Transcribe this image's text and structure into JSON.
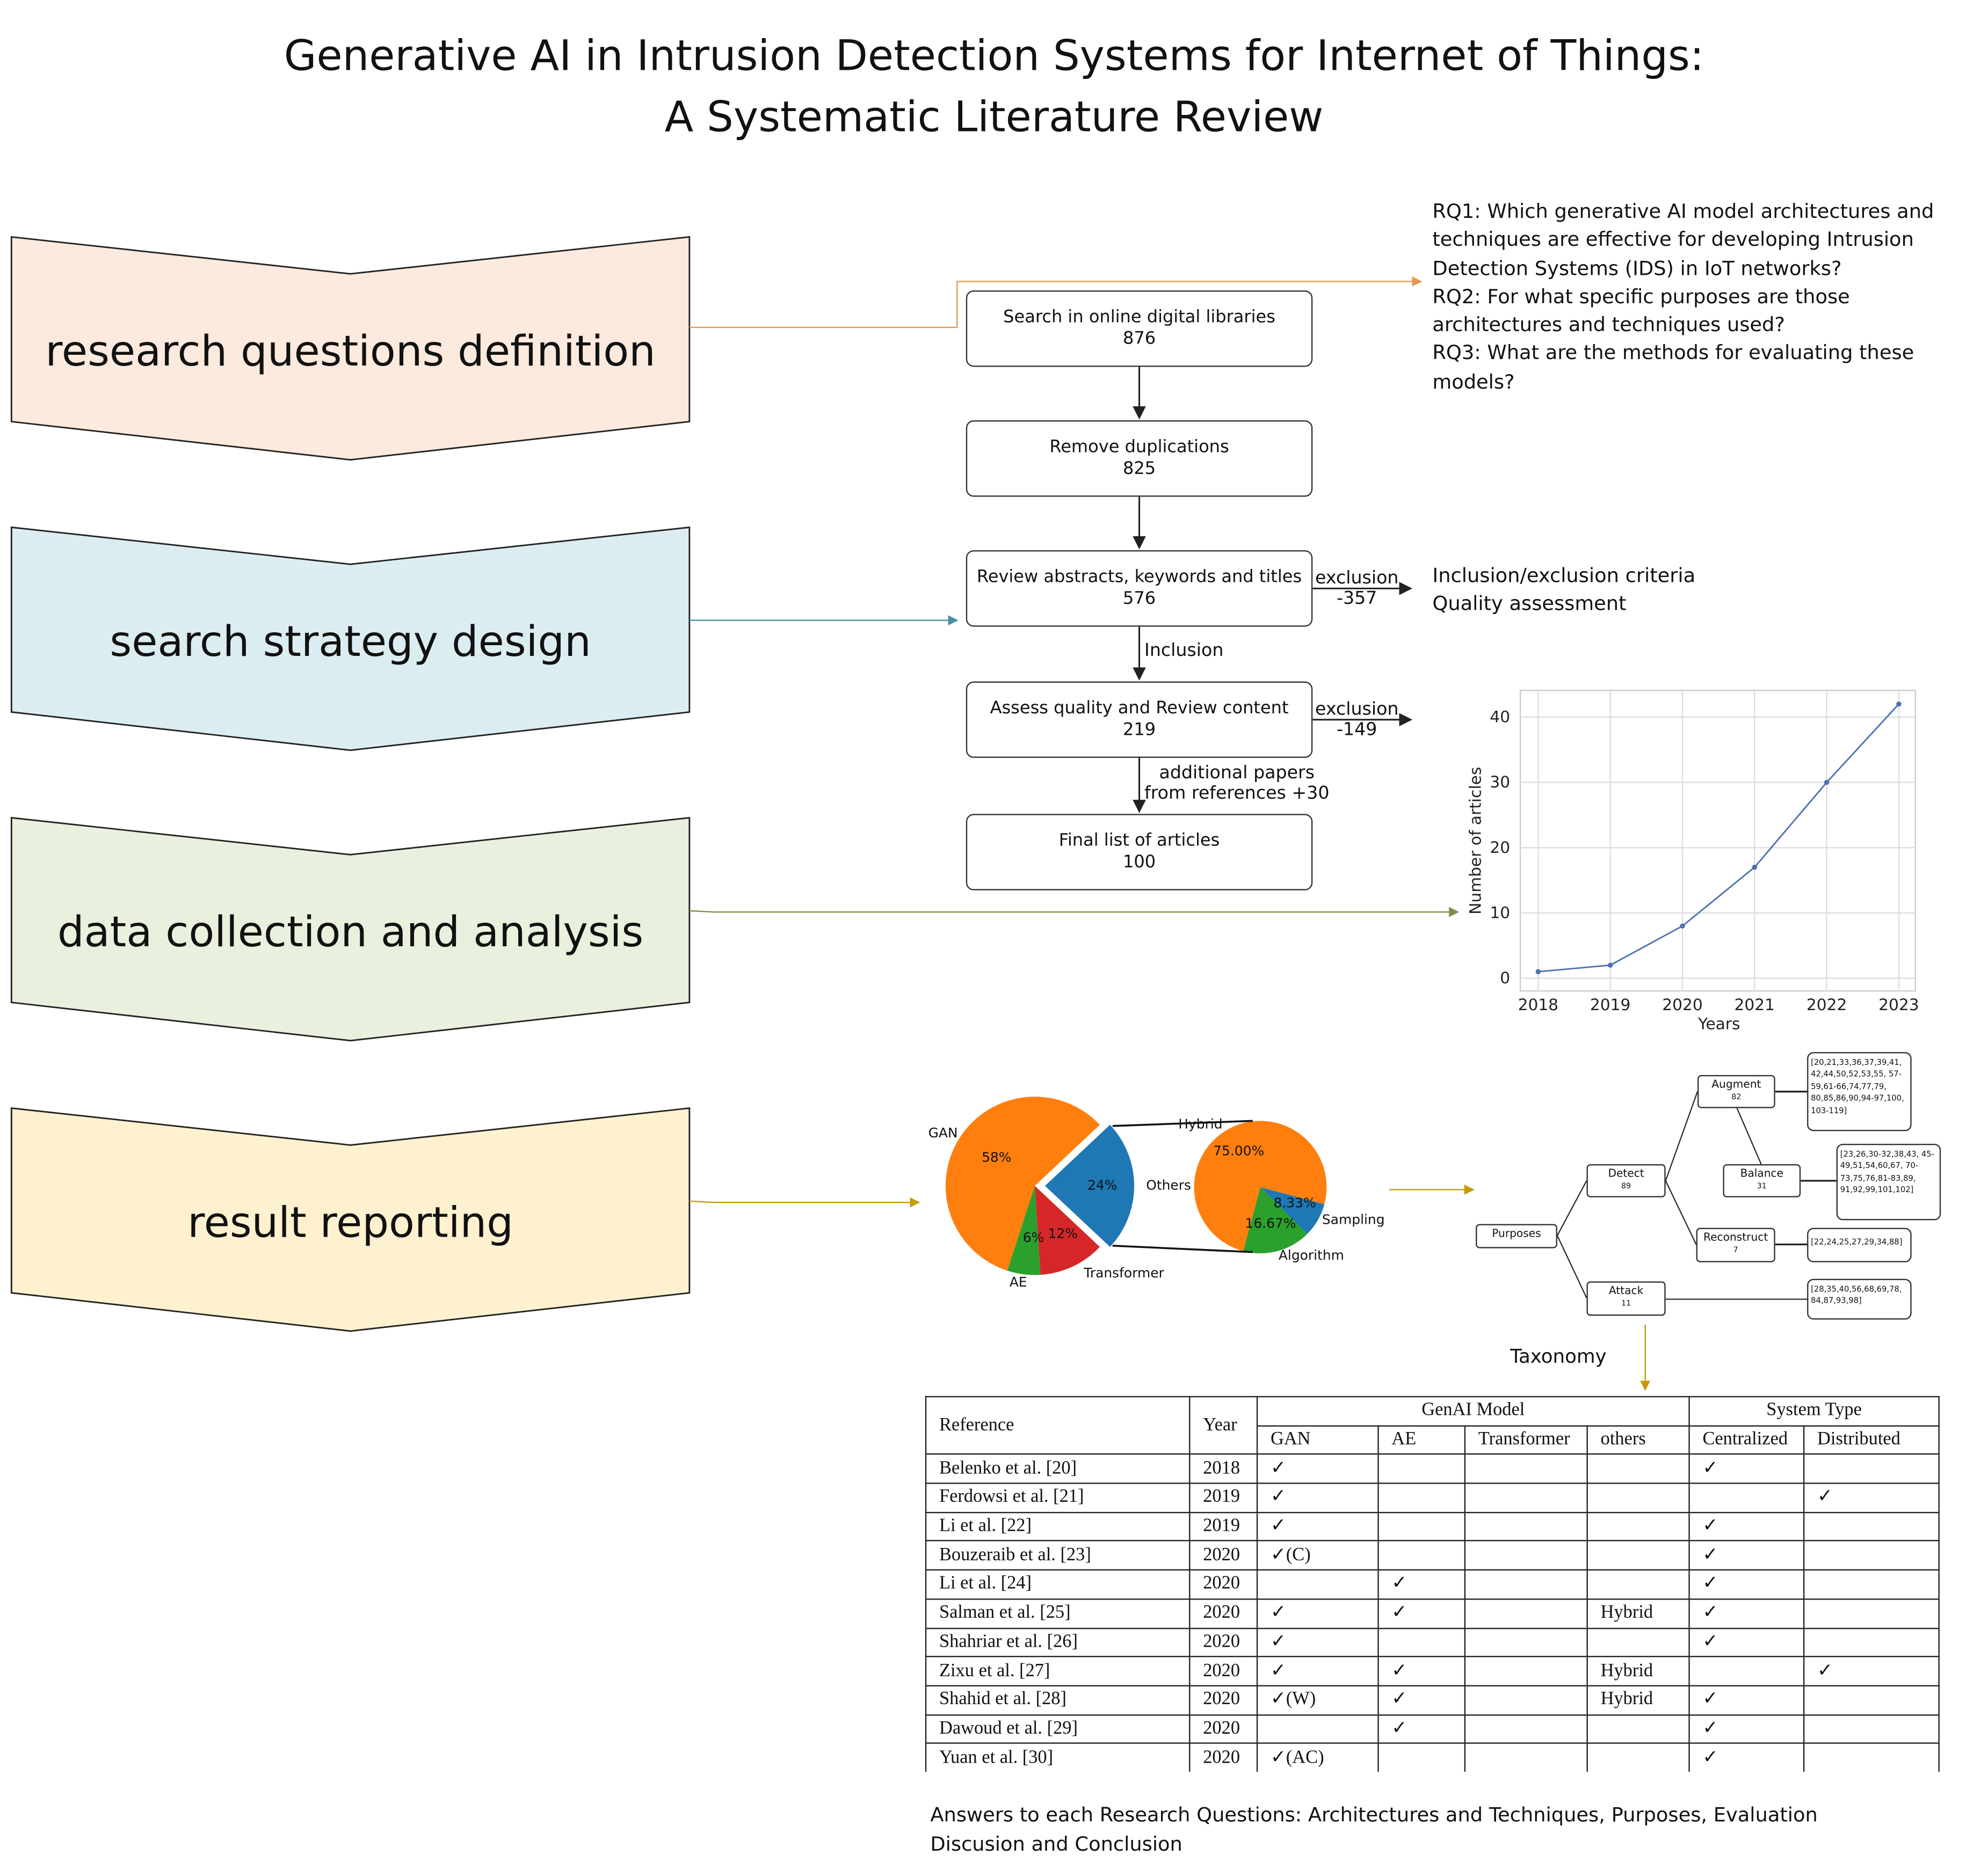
{
  "title": {
    "line1": "Generative AI in Intrusion Detection Systems for Internet of Things:",
    "line2": "A Systematic Literature Review"
  },
  "stages": [
    {
      "label": "research questions definition",
      "color": "#fbeadd"
    },
    {
      "label": "search strategy design",
      "color": "#dcedf2"
    },
    {
      "label": "data collection and analysis",
      "color": "#e9f0dd"
    },
    {
      "label": "result reporting",
      "color": "#fdf1cf"
    }
  ],
  "flow": [
    {
      "label": "Search in online digital libraries",
      "count": "876"
    },
    {
      "label": "Remove duplications",
      "count": "825"
    },
    {
      "label": "Review abstracts, keywords and titles",
      "count": "576"
    },
    {
      "label": "Assess quality and Review content",
      "count": "219"
    },
    {
      "label": "Final list of articles",
      "count": "100"
    }
  ],
  "flow_notes": {
    "exclusion1": "exclusion",
    "exclusion1_value": "-357",
    "exclusion2": "exclusion",
    "exclusion2_value": "-149",
    "inclusion": "Inclusion",
    "additional1": "additional papers",
    "additional2": "from references +30"
  },
  "research_questions": [
    "RQ1: Which generative AI model architectures and techniques are effective for developing Intrusion Detection Systems (IDS) in IoT networks?",
    "RQ2: For what specific purposes are those architectures and techniques used?",
    "RQ3: What are the methods for evaluating these models?"
  ],
  "criteria": [
    "Inclusion/exclusion criteria",
    "Quality assessment"
  ],
  "chart_data": [
    {
      "type": "line",
      "title": "",
      "xlabel": "Years",
      "ylabel": "Number of articles",
      "x": [
        2018,
        2019,
        2020,
        2021,
        2022,
        2023
      ],
      "values": [
        1,
        2,
        8,
        17,
        30,
        42
      ],
      "y_ticks": [
        0,
        10,
        20,
        30,
        40
      ],
      "ylim": [
        -2,
        44
      ],
      "grid": true,
      "color": "#4c72b0"
    },
    {
      "type": "pie",
      "categories": [
        "GAN",
        "AE",
        "Transformer",
        "Others"
      ],
      "values": [
        58,
        6,
        12,
        24
      ],
      "labels": [
        "58%",
        "6%",
        "12%",
        "24%"
      ],
      "colors": [
        "#ff7f0e",
        "#2ca02c",
        "#d62728",
        "#1f77b4"
      ]
    },
    {
      "type": "pie",
      "title": "Others",
      "categories": [
        "Hybrid",
        "Sampling",
        "Algorithm"
      ],
      "values": [
        75.0,
        8.33,
        16.67
      ],
      "labels": [
        "75.00%",
        "8.33%",
        "16.67%"
      ],
      "colors": [
        "#ff7f0e",
        "#1f77b4",
        "#2ca02c"
      ]
    }
  ],
  "taxonomy": {
    "label": "Taxonomy",
    "root": "Purposes",
    "nodes": {
      "detect": {
        "label": "Detect",
        "count": "89"
      },
      "augment": {
        "label": "Augment",
        "count": "82"
      },
      "balance": {
        "label": "Balance",
        "count": "31"
      },
      "reconstruct": {
        "label": "Reconstruct",
        "count": "7"
      },
      "attack": {
        "label": "Attack",
        "count": "11"
      }
    },
    "refs": {
      "augment": "[20,21,33,36,37,39,41, 42,44,50,52,53,55, 57-59,61-66,74,77,79, 80,85,86,90,94-97,100, 103-119]",
      "balance": "[23,26,30-32,38,43, 45-49,51,54,60,67, 70-73,75,76,81-83,89, 91,92,99,101,102]",
      "reconstruct": "[22,24,25,27,29,34,88]",
      "attack": "[28,35,40,56,68,69,78, 84,87,93,98]"
    }
  },
  "table": {
    "headers": {
      "reference": "Reference",
      "year": "Year",
      "genai": "GenAI Model",
      "system": "System Type",
      "gan": "GAN",
      "ae": "AE",
      "transformer": "Transformer",
      "others": "others",
      "centralized": "Centralized",
      "distributed": "Distributed"
    },
    "rows": [
      {
        "ref": "Belenko et al. [20]",
        "year": "2018",
        "gan": "✓",
        "ae": "",
        "tr": "",
        "oth": "",
        "cen": "✓",
        "dis": ""
      },
      {
        "ref": "Ferdowsi et al. [21]",
        "year": "2019",
        "gan": "✓",
        "ae": "",
        "tr": "",
        "oth": "",
        "cen": "",
        "dis": "✓"
      },
      {
        "ref": "Li et al. [22]",
        "year": "2019",
        "gan": "✓",
        "ae": "",
        "tr": "",
        "oth": "",
        "cen": "✓",
        "dis": ""
      },
      {
        "ref": "Bouzeraib et al. [23]",
        "year": "2020",
        "gan": "✓(C)",
        "ae": "",
        "tr": "",
        "oth": "",
        "cen": "✓",
        "dis": ""
      },
      {
        "ref": "Li et al. [24]",
        "year": "2020",
        "gan": "",
        "ae": "✓",
        "tr": "",
        "oth": "",
        "cen": "✓",
        "dis": ""
      },
      {
        "ref": "Salman et al. [25]",
        "year": "2020",
        "gan": "✓",
        "ae": "✓",
        "tr": "",
        "oth": "Hybrid",
        "cen": "✓",
        "dis": ""
      },
      {
        "ref": "Shahriar et al. [26]",
        "year": "2020",
        "gan": "✓",
        "ae": "",
        "tr": "",
        "oth": "",
        "cen": "✓",
        "dis": ""
      },
      {
        "ref": "Zixu et al. [27]",
        "year": "2020",
        "gan": "✓",
        "ae": "✓",
        "tr": "",
        "oth": "Hybrid",
        "cen": "",
        "dis": "✓"
      },
      {
        "ref": "Shahid et al. [28]",
        "year": "2020",
        "gan": "✓(W)",
        "ae": "✓",
        "tr": "",
        "oth": "Hybrid",
        "cen": "✓",
        "dis": ""
      },
      {
        "ref": "Dawoud et al. [29]",
        "year": "2020",
        "gan": "",
        "ae": "✓",
        "tr": "",
        "oth": "",
        "cen": "✓",
        "dis": ""
      },
      {
        "ref": "Yuan et al. [30]",
        "year": "2020",
        "gan": "✓(AC)",
        "ae": "",
        "tr": "",
        "oth": "",
        "cen": "✓",
        "dis": ""
      }
    ]
  },
  "footer": {
    "line1": "Answers to each Research Questions: Architectures and Techniques, Purposes, Evaluation",
    "line2": "Discusion and Conclusion"
  }
}
